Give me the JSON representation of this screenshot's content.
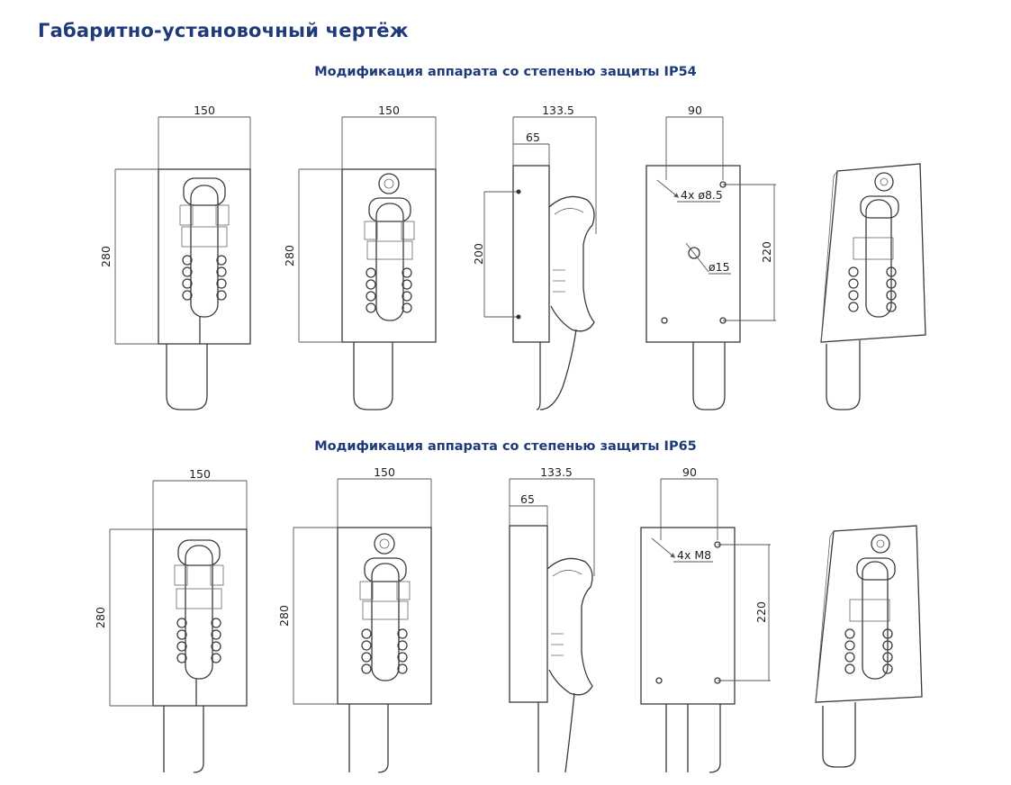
{
  "title": "Габаритно-установочный чертёж",
  "sections": [
    {
      "title": "Модификация аппарата со степенью защиты IP54",
      "views": {
        "front_plain": {
          "width": "150",
          "height": "280"
        },
        "front_speaker": {
          "width": "150",
          "height": "280"
        },
        "side": {
          "depth": "133.5",
          "body_depth": "65",
          "height": "200"
        },
        "back": {
          "width": "90",
          "height": "220",
          "holes": "4x ø8.5",
          "cable_hole": "ø15"
        }
      }
    },
    {
      "title": "Модификация аппарата со степенью защиты IP65",
      "views": {
        "front_plain": {
          "width": "150",
          "height": "280"
        },
        "front_speaker": {
          "width": "150",
          "height": "280"
        },
        "side": {
          "depth": "133.5",
          "body_depth": "65"
        },
        "back": {
          "width": "90",
          "height": "220",
          "holes": "4x M8"
        }
      }
    }
  ],
  "colors": {
    "title": "#1f3a7a",
    "line": "#3a3a3a"
  }
}
